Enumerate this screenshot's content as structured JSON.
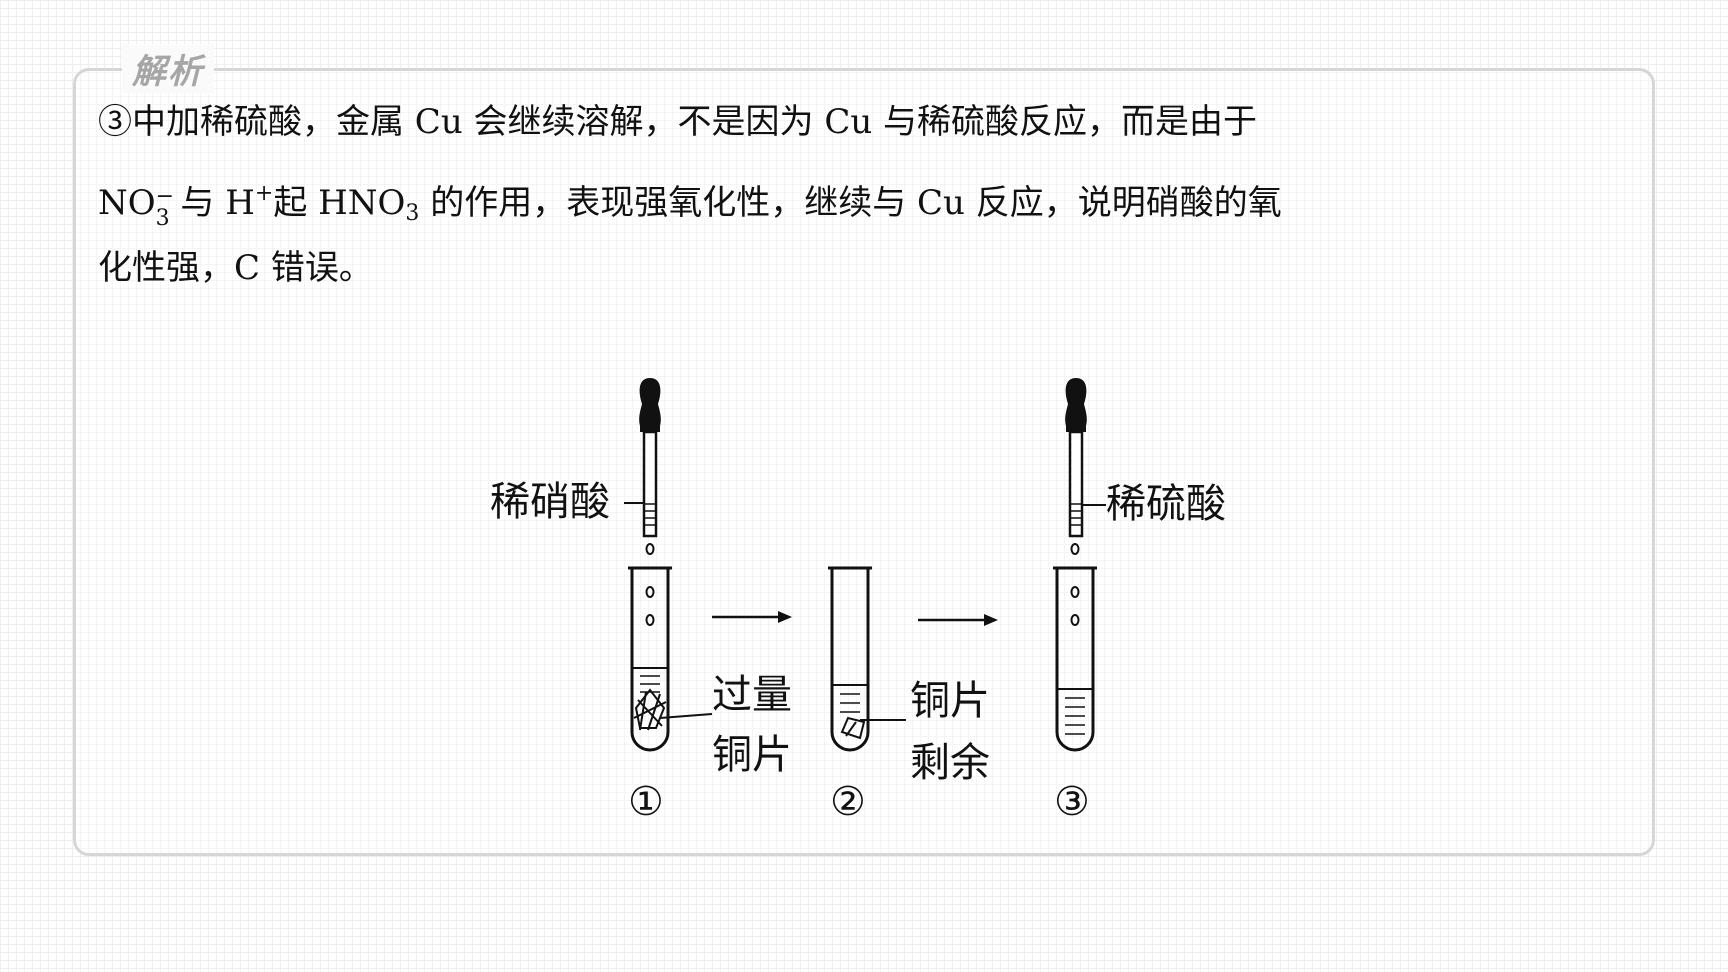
{
  "section_tag": "解析",
  "paragraph": {
    "line1": "③中加稀硫酸，金属 Cu 会继续溶解，不是因为 Cu 与稀硫酸反应，而是由于",
    "line2": {
      "no3_ion_base": "NO",
      "no3_ion_charge": "−",
      "no3_ion_sub": "3",
      "text_a": " 与 H",
      "h_ion_charge": "+",
      "text_b": "起 HNO",
      "hno3_sub": "3",
      "text_c": " 的作用，表现强氧化性，继续与 Cu 反应，说明硝酸的氧"
    },
    "line3": "化性强，C 错误。"
  },
  "diagram": {
    "reagent_left": "稀硝酸",
    "reagent_right": "稀硫酸",
    "tube1_label_line1": "过量",
    "tube1_label_line2": "铜片",
    "tube2_label_line1": "铜片",
    "tube2_label_line2": "剩余",
    "tube1_number": "①",
    "tube2_number": "②",
    "tube3_number": "③"
  }
}
